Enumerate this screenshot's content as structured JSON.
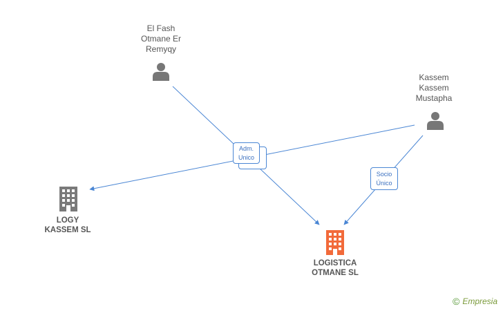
{
  "persons": [
    {
      "id": "elfash",
      "lines": [
        "El Fash",
        "Otmane Er",
        "Remyqy"
      ]
    },
    {
      "id": "kassem",
      "lines": [
        "Kassem",
        "Kassem",
        "Mustapha"
      ]
    }
  ],
  "companies": [
    {
      "id": "logy",
      "lines": [
        "LOGY",
        "KASSEM SL"
      ],
      "color": "#7a7a7a"
    },
    {
      "id": "logistica",
      "lines": [
        "LOGISTICA",
        "OTMANE SL"
      ],
      "color": "#f26a3a"
    }
  ],
  "edge_labels": [
    {
      "id": "adm",
      "lines": [
        "Adm.",
        "Unico"
      ]
    },
    {
      "id": "socio",
      "lines": [
        "Socio",
        "Único"
      ]
    }
  ],
  "colors": {
    "edge": "#4a86d4",
    "person_icon": "#777777"
  },
  "brand": {
    "copyright": "©",
    "name": "Empresia"
  }
}
